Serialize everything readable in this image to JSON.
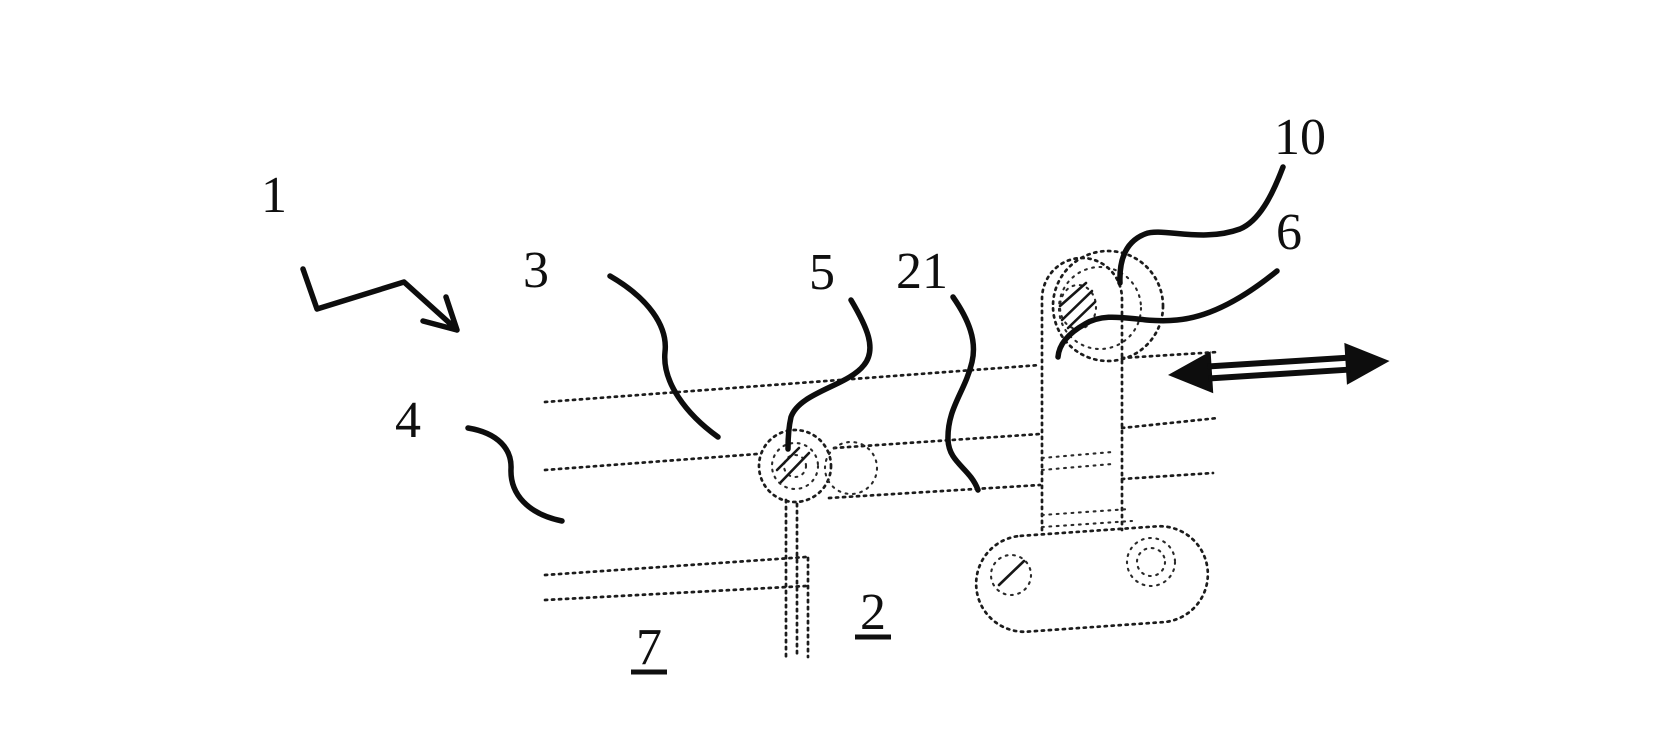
{
  "figure": {
    "kind": "patent-style technical line drawing of a roller / rail mechanism",
    "background_color": "#ffffff",
    "ink_color": "#0f0f0f",
    "labels": {
      "ref_1": "1",
      "ref_3": "3",
      "ref_4": "4",
      "ref_5": "5",
      "ref_21": "21",
      "ref_10": "10",
      "ref_6": "6",
      "ref_2": "2",
      "ref_7": "7"
    },
    "underlined_labels": [
      "2",
      "7"
    ],
    "glyphs": {
      "hand_drawn_arrow": "zigzag arrow from label 1 pointing down-right at the assembly",
      "double_headed_arrow": "horizontal double-headed motion arrow at right side"
    }
  }
}
